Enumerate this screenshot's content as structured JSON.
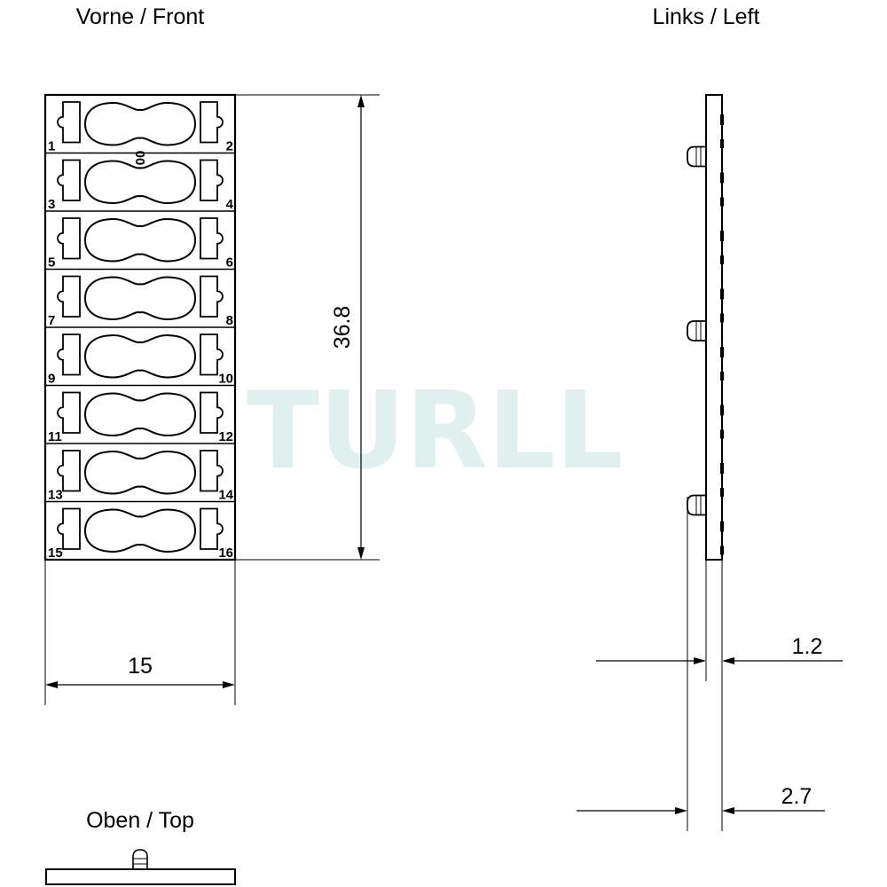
{
  "views": {
    "front": "Vorne / Front",
    "left": "Links / Left",
    "top": "Oben / Top"
  },
  "dimensions": {
    "height": "36.8",
    "width": "15",
    "plate_thickness": "1.2",
    "total_depth": "2.7"
  },
  "watermark": "TURLL",
  "center_marking": "00",
  "terminal_numbers": [
    "1",
    "2",
    "3",
    "4",
    "5",
    "6",
    "7",
    "8",
    "9",
    "10",
    "11",
    "12",
    "13",
    "14",
    "15",
    "16"
  ]
}
